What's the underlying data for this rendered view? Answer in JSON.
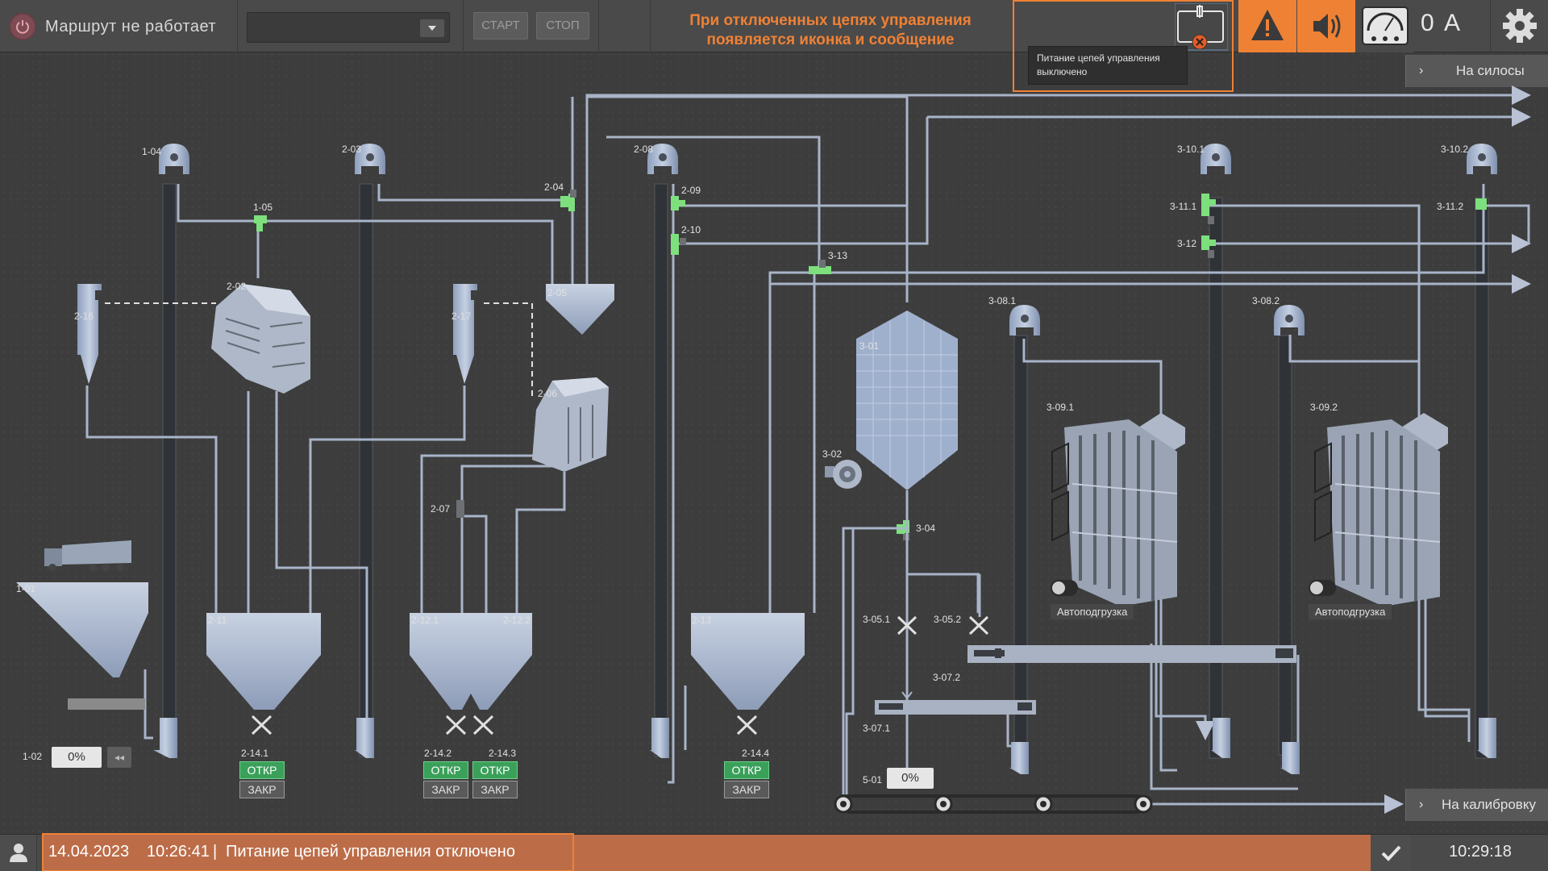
{
  "header": {
    "route_status": "Маршрут не работает",
    "start_label": "СТАРТ",
    "stop_label": "СТОП",
    "notice_line1": "При отключенных цепях управления",
    "notice_line2": "появляется иконка и сообщение",
    "tooltip_line1": "Питание цепей управления",
    "tooltip_line2": "выключено",
    "amp_value": "0 А"
  },
  "nav": {
    "to_silos": "На силосы",
    "to_calibration": "На калибровку"
  },
  "equipment_labels": [
    "1-04",
    "2-03",
    "2-08",
    "3-10.1",
    "3-10.2",
    "1-05",
    "2-04",
    "2-09",
    "2-10",
    "3-11.1",
    "3-11.2",
    "3-12",
    "3-13",
    "2-02",
    "2-16",
    "2-17",
    "2-05",
    "2-06",
    "3-08.1",
    "3-08.2",
    "3-01",
    "3-09.1",
    "3-09.2",
    "3-02",
    "2-07",
    "3-04",
    "1-01",
    "2-11",
    "2-12.1",
    "2-12.2",
    "2-13",
    "3-05.1",
    "3-05.2",
    "3-07.2",
    "3-07.1",
    "1-02",
    "2-14.1",
    "2-14.2",
    "2-14.3",
    "2-14.4",
    "5-01"
  ],
  "gauges": {
    "g102": "0%",
    "g501": "0%"
  },
  "gates": {
    "open": "ОТКР",
    "close": "ЗАКР"
  },
  "autoload": {
    "label1": "Автоподгрузка",
    "label2": "Автоподгрузка"
  },
  "status": {
    "event_date": "14.04.2023",
    "event_time": "10:26:41",
    "event_message": "Питание цепей управления отключено",
    "clock": "10:29:18"
  },
  "colors": {
    "accent": "#ef8135",
    "valve_active": "#7de07d",
    "event_bar": "#bc6d48",
    "pipe": "#a8b4c8"
  }
}
